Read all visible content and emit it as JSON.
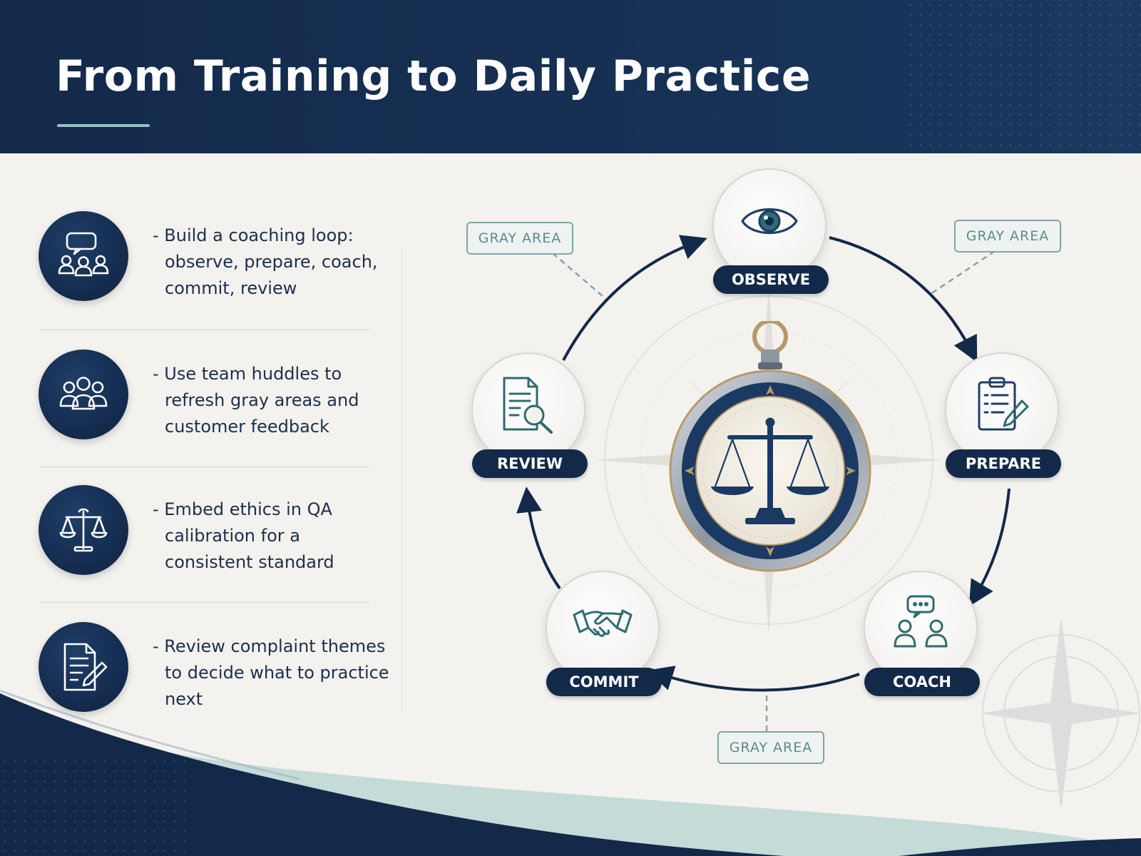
{
  "header": {
    "title": "From Training to Daily Practice"
  },
  "items": [
    {
      "text": "- Build a coaching loop: observe, prepare, coach, commit, review",
      "icon": "chat-group-icon"
    },
    {
      "text": "- Use team huddles to refresh gray areas and customer feedback",
      "icon": "team-icon"
    },
    {
      "text": "- Embed ethics in QA calibration for a consistent standard",
      "icon": "scales-icon"
    },
    {
      "text": "- Review complaint themes to decide what to practice next",
      "icon": "document-pen-icon"
    }
  ],
  "cycle": {
    "steps": [
      {
        "label": "OBSERVE",
        "icon": "eye-icon"
      },
      {
        "label": "PREPARE",
        "icon": "clipboard-pencil-icon"
      },
      {
        "label": "COACH",
        "icon": "conversation-icon"
      },
      {
        "label": "COMMIT",
        "icon": "handshake-icon"
      },
      {
        "label": "REVIEW",
        "icon": "document-search-icon"
      }
    ],
    "tags": [
      "GRAY AREA",
      "GRAY AREA",
      "GRAY AREA"
    ],
    "center_icon": "compass-scales-icon"
  },
  "colors": {
    "navy": "#13294a",
    "teal": "#2f6b70",
    "accent": "#8fc3c0",
    "background": "#f4f2ee"
  }
}
